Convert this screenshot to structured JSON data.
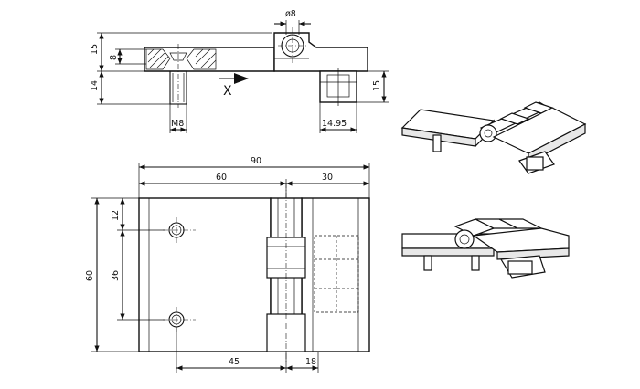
{
  "dimensions": {
    "top_view": {
      "height_upper": "15",
      "height_inner": "8",
      "height_lower": "14",
      "pin_diameter": "ø8",
      "thread": "M8",
      "right_height": "15",
      "right_width": "14.95",
      "view_marker": "X"
    },
    "front_view": {
      "overall_width": "90",
      "left_width": "60",
      "right_width": "30",
      "overall_height": "60",
      "hole_offset": "12",
      "hole_spacing": "36",
      "bottom_left": "45",
      "bottom_right": "18"
    }
  }
}
